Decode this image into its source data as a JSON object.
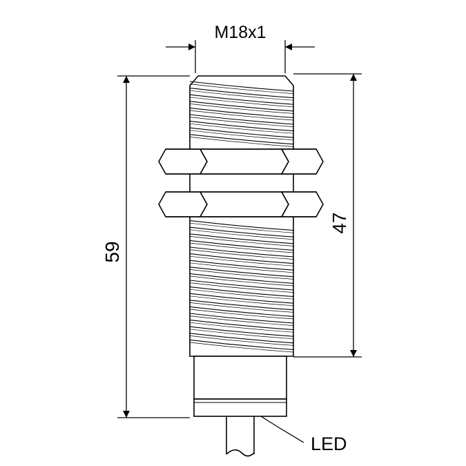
{
  "labels": {
    "thread_spec": "M18x1",
    "overall_length": "59",
    "thread_length": "47",
    "led": "LED"
  },
  "colors": {
    "line": "#000000",
    "background": "#ffffff"
  }
}
